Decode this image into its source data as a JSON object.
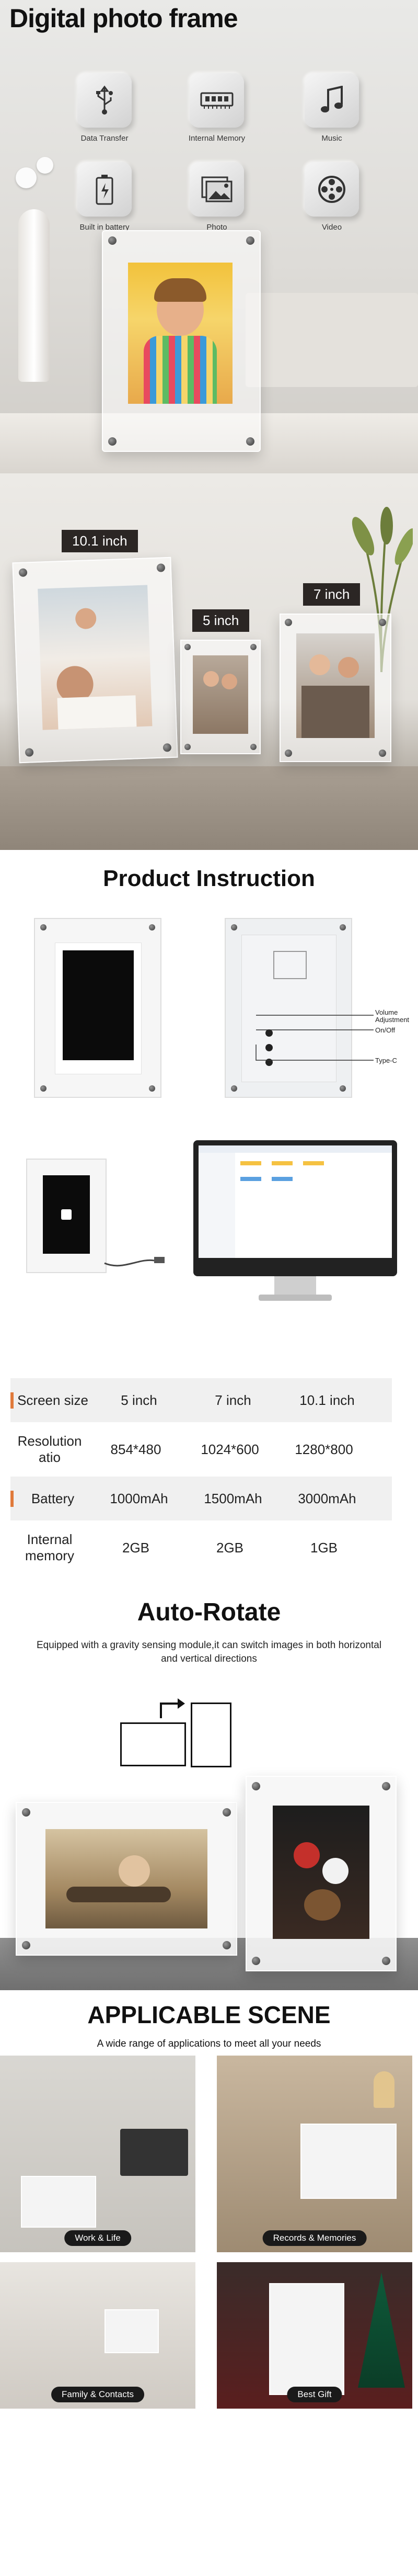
{
  "hero": {
    "title": "Digital photo frame",
    "features": [
      {
        "label": "Data Transfer",
        "icon": "usb-icon"
      },
      {
        "label": "Internal Memory",
        "icon": "memory-icon"
      },
      {
        "label": "Music",
        "icon": "music-note-icon"
      },
      {
        "label": "Built in battery",
        "icon": "battery-icon"
      },
      {
        "label": "Photo",
        "icon": "photo-icon"
      },
      {
        "label": "Video",
        "icon": "video-reel-icon"
      }
    ]
  },
  "sizes": {
    "tags": [
      "10.1 inch",
      "5 inch",
      "7 inch"
    ]
  },
  "instruction": {
    "title": "Product Instruction",
    "callouts": [
      "Volume Adjustment",
      "On/Off",
      "Type-C"
    ],
    "specs": {
      "rows": [
        {
          "label": "Screen size",
          "values": [
            "5 inch",
            "7 inch",
            "10.1 inch"
          ],
          "highlight": true
        },
        {
          "label": "Resolution atio",
          "values": [
            "854*480",
            "1024*600",
            "1280*800"
          ],
          "highlight": false
        },
        {
          "label": "Battery",
          "values": [
            "1000mAh",
            "1500mAh",
            "3000mAh"
          ],
          "highlight": true
        },
        {
          "label": "Internal memory",
          "values": [
            "2GB",
            "2GB",
            "1GB"
          ],
          "highlight": false
        }
      ]
    }
  },
  "rotate": {
    "title": "Auto-Rotate",
    "description": "Equipped with a gravity sensing module,it can switch images in both horizontal and vertical directions"
  },
  "scene": {
    "title": "APPLICABLE SCENE",
    "subtitle": "A wide range of applications to meet all your needs",
    "items": [
      "Work & Life",
      "Records & Memories",
      "Family & Contacts",
      "Best Gift"
    ]
  },
  "colors": {
    "accent": "#e07a3b",
    "tag_bg": "#2b2624"
  }
}
